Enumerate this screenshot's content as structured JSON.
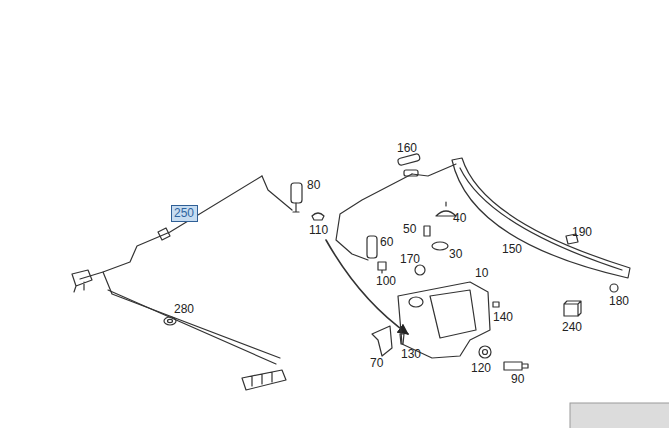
{
  "diagram": {
    "nodes": [
      {
        "text": [
          "250"
        ]
      }
    ],
    "labels": [
      "80",
      "110",
      "160",
      "40",
      "50",
      "30",
      "60",
      "170",
      "10",
      "100",
      "150",
      "190",
      "180",
      "240",
      "140",
      "280",
      "130",
      "70",
      "120",
      "90"
    ]
  }
}
